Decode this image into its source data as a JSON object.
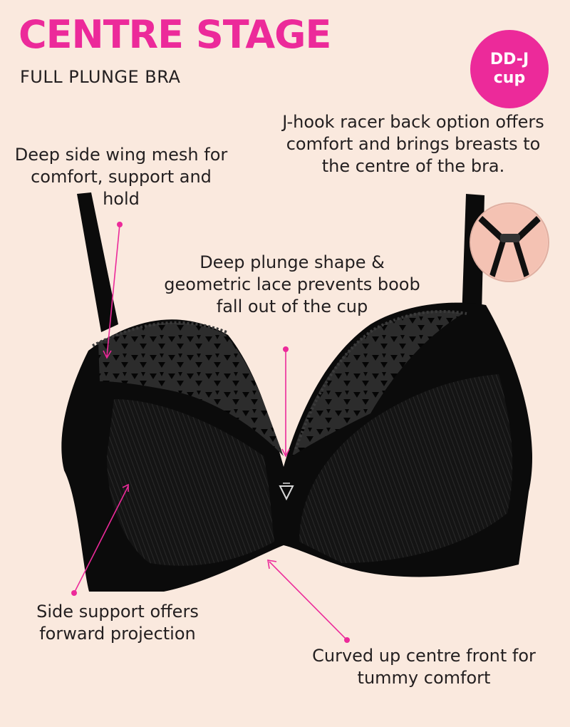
{
  "header": {
    "title": "CENTRE STAGE",
    "subtitle": "FULL PLUNGE BRA"
  },
  "badge": {
    "line1": "DD-J",
    "line2": "cup",
    "color": "#ec2a9a"
  },
  "callouts": {
    "wing_mesh": "Deep side wing mesh for comfort, support and hold",
    "racer_back": "J-hook racer back option offers comfort and brings breasts to the centre of the bra.",
    "plunge": "Deep plunge shape & geometric lace prevents boob fall out of the cup",
    "side_support": "Side support offers forward projection",
    "centre_front": "Curved up centre front for tummy comfort"
  },
  "colors": {
    "background": "#fae9de",
    "accent": "#ec2a9a",
    "text": "#231f20",
    "garment": "#0b0b0b"
  },
  "icons": {
    "racer_back_inset": "j-hook-clasp-detail",
    "centre_gore_logo": "triangle-logo-icon"
  }
}
